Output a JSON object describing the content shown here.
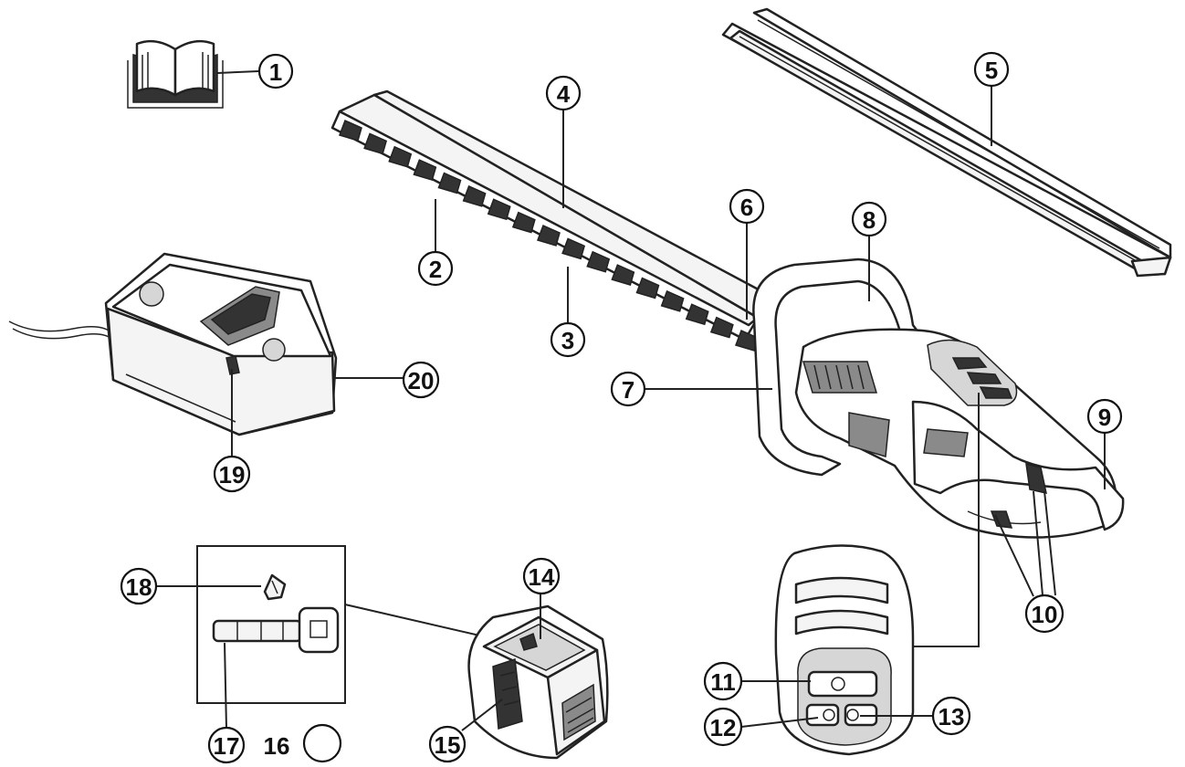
{
  "callouts": {
    "c1": "1",
    "c2": "2",
    "c3": "3",
    "c4": "4",
    "c5": "5",
    "c6": "6",
    "c7": "7",
    "c8": "8",
    "c9": "9",
    "c10": "10",
    "c11": "11",
    "c12": "12",
    "c13": "13",
    "c14": "14",
    "c15": "15",
    "c16": "16",
    "c17": "17",
    "c18": "18",
    "c19": "19",
    "c20": "20"
  },
  "icons": {
    "manual": "book-icon",
    "blade": "hedge-blade",
    "guard": "blade-guard",
    "trimmer": "hedge-trimmer-body",
    "charger": "battery-charger",
    "battery": "battery-pack",
    "key": "safety-key"
  }
}
